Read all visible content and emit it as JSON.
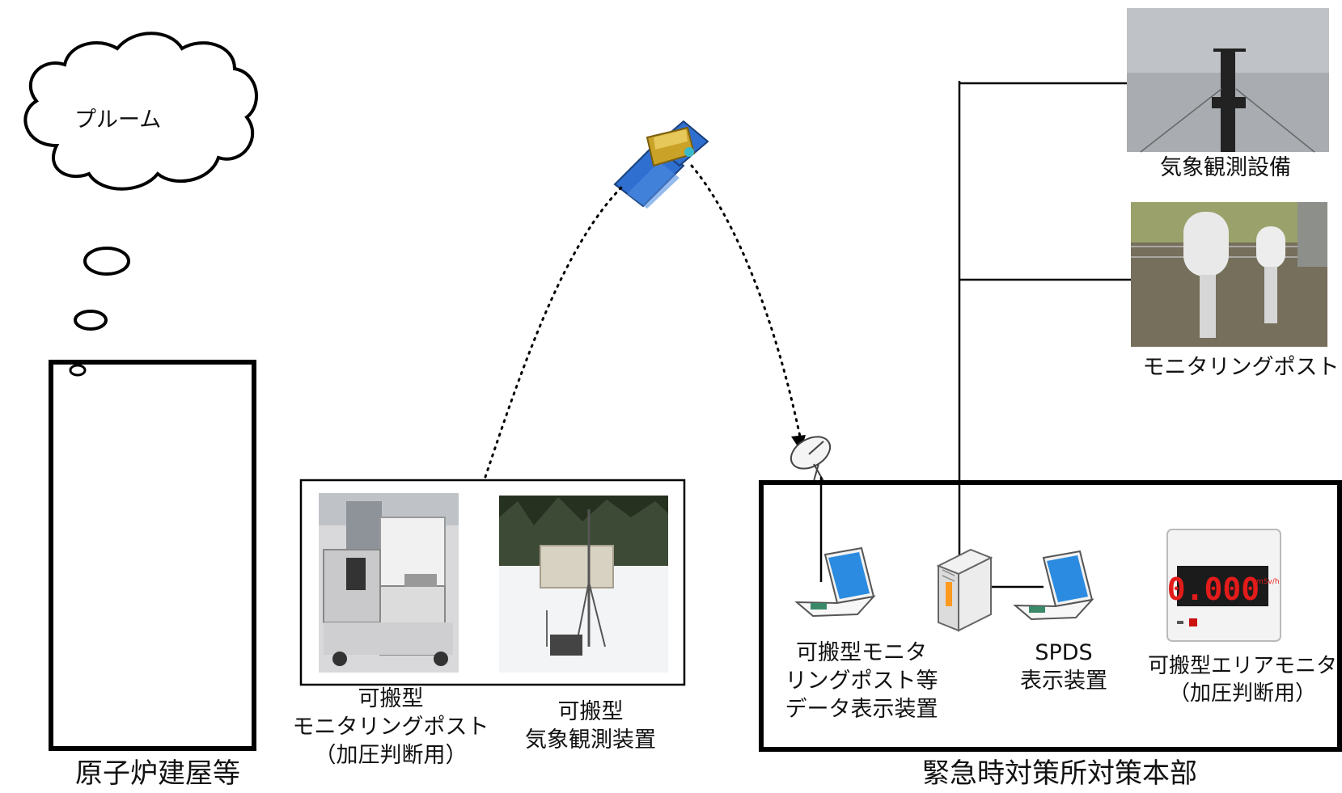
{
  "plume": {
    "label": "プルーム"
  },
  "reactor_building": {
    "label": "原子炉建屋等"
  },
  "portable_post": {
    "lines": [
      "可搬型",
      "モニタリングポスト",
      "（加圧判断用）"
    ]
  },
  "portable_weather": {
    "lines": [
      "可搬型",
      "気象観測装置"
    ]
  },
  "weather_equipment": {
    "label": "気象観測設備"
  },
  "monitoring_post": {
    "label": "モニタリングポスト"
  },
  "display_device": {
    "lines": [
      "可搬型モニタ",
      "リングポスト等",
      "データ表示装置"
    ]
  },
  "spds": {
    "lines": [
      "SPDS",
      "表示装置"
    ]
  },
  "area_monitor": {
    "lines": [
      "可搬型エリアモニタ",
      "（加圧判断用）"
    ],
    "reading": "0.000",
    "unit": "mSv/h"
  },
  "hq": {
    "label": "緊急時対策所対策本部"
  },
  "colors": {
    "line": "#000000",
    "solar_panel": "#2f6fcf",
    "satellite_body": "#c9a227",
    "laptop_screen": "#2a8be0",
    "server": "#e6e6e6",
    "led_display": "#e31b1b"
  }
}
